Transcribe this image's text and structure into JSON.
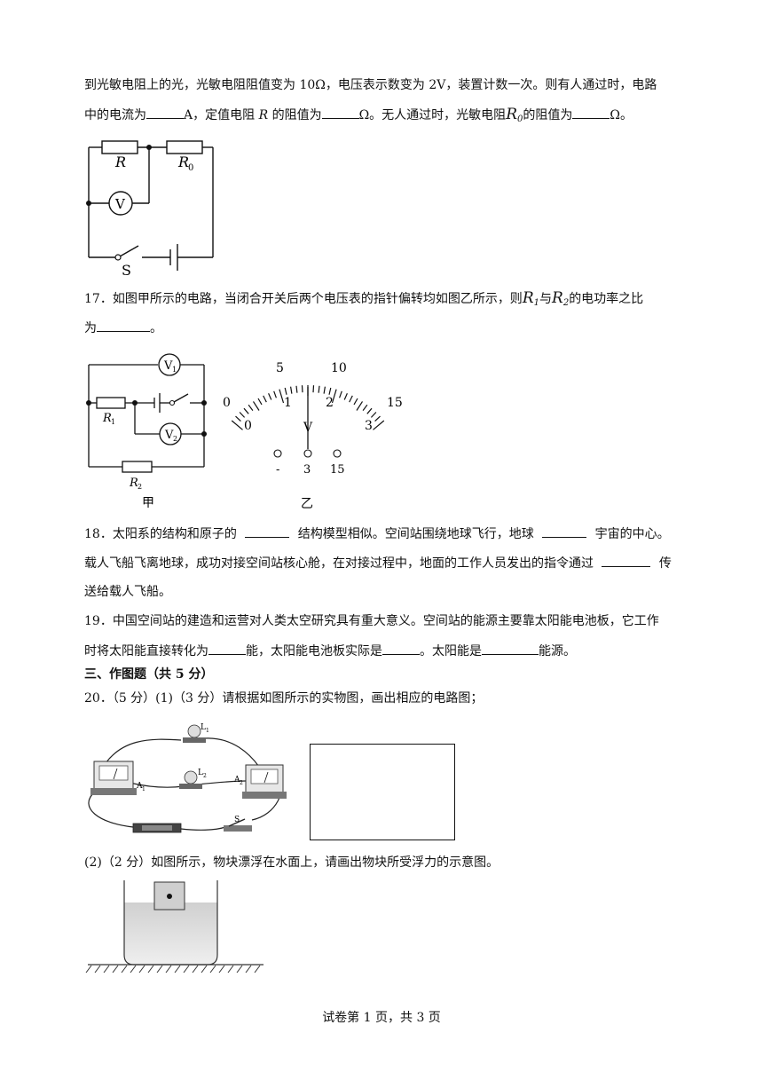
{
  "q16": {
    "line1": "到光敏电阻上的光，光敏电阻阻值变为 10Ω，电压表示数变为 2V，装置计数一次。则有人通过时，电路",
    "line2_a": "中的电流为",
    "line2_b": "A，定值电阻",
    "line2_R": "R",
    "line2_c": "的阻值为",
    "line2_d": "Ω。无人通过时，光敏电阻",
    "line2_R0": "R",
    "line2_R0_sub": "0",
    "line2_e": "的阻值为",
    "line2_f": "Ω。",
    "fig_R": "R",
    "fig_R0": "R",
    "fig_R0_sub": "0",
    "fig_V": "V",
    "fig_S": "S"
  },
  "q17": {
    "line1_a": "17．如图甲所示的电路，当闭合开关后两个电压表的指针偏转均如图乙所示，则",
    "line1_R1": "R",
    "line1_R1_sub": "1",
    "line1_mid": "与",
    "line1_R2": "R",
    "line1_R2_sub": "2",
    "line1_b": "的电功率之比",
    "line2_a": "为",
    "line2_b": "。",
    "fig_V1": "V",
    "fig_V1_sub": "1",
    "fig_V2": "V",
    "fig_V2_sub": "2",
    "fig_R1": "R",
    "fig_R1_sub": "1",
    "fig_R2": "R",
    "fig_R2_sub": "2",
    "fig_jia": "甲",
    "fig_yi": "乙",
    "meter_upper": [
      "5",
      "10",
      "15"
    ],
    "meter_upper_zero": "0",
    "meter_lower": [
      "0",
      "1",
      "2",
      "3"
    ],
    "meter_unit": "V",
    "terminals": [
      "-",
      "3",
      "15"
    ]
  },
  "q18": {
    "line1_a": "18．太阳系的结构和原子的",
    "line1_b": "结构模型相似。空间站围绕地球飞行，地球",
    "line1_c": "宇宙的中心。",
    "line2_a": "载人飞船飞离地球，成功对接空间站核心舱，在对接过程中，地面的工作人员发出的指令通过",
    "line2_b": "传",
    "line3": "送给载人飞船。"
  },
  "q19": {
    "line1": "19．中国空间站的建造和运营对人类太空研究具有重大意义。空间站的能源主要靠太阳能电池板，它工作",
    "line2_a": "时将太阳能直接转化为",
    "line2_b": "能，太阳能电池板实际是",
    "line2_c": "。太阳能是",
    "line2_d": "能源。"
  },
  "section3": {
    "title": "三、作图题（共 5 分）"
  },
  "q20": {
    "line1": "20．（5 分）(1)（3 分）请根据如图所示的实物图，画出相应的电路图；",
    "fig_L1": "L",
    "fig_L1_sub": "1",
    "fig_L2": "L",
    "fig_L2_sub": "2",
    "fig_A1": "A",
    "fig_A1_sub": "1",
    "fig_A2": "A",
    "fig_A2_sub": "2",
    "fig_S": "S",
    "part2": "(2)（2 分）如图所示，物块漂浮在水面上，请画出物块所受浮力的示意图。"
  },
  "footer": "试卷第 1 页，共 3 页"
}
